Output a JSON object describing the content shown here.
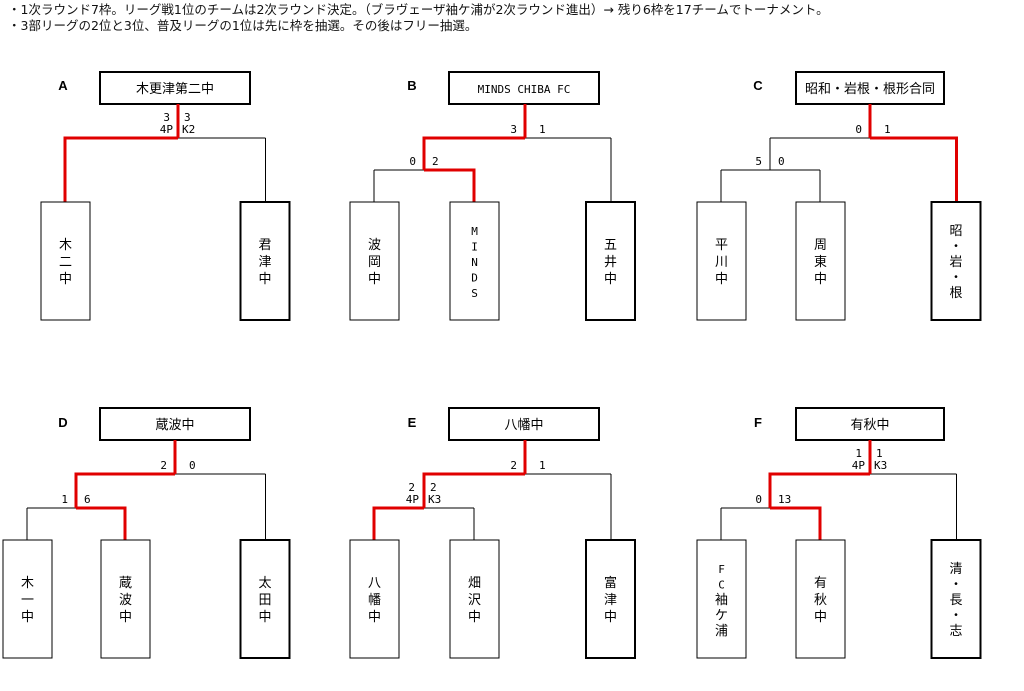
{
  "notes": [
    "・1次ラウンド7枠。リーグ戦1位のチームは2次ラウンド決定。（ブラヴェーザ袖ケ浦が2次ラウンド進出）→ 残り6枠を17チームでトーナメント。",
    "・3部リーグの2位と3位、普及リーグの1位は先に枠を抽選。その後はフリー抽選。"
  ],
  "blocks": [
    {
      "id": "A",
      "winner": "木更津第二中",
      "teams": [
        "木二中",
        "君津中"
      ],
      "final": {
        "left": "3",
        "right": "3",
        "left_pk": "4P",
        "right_pk": "K2"
      }
    },
    {
      "id": "B",
      "winner": "MINDS CHIBA FC",
      "teams": [
        "波岡中",
        "MINDS",
        "五井中"
      ],
      "semi": {
        "left": "0",
        "right": "2"
      },
      "final": {
        "left": "3",
        "right": "1"
      }
    },
    {
      "id": "C",
      "winner": "昭和・岩根・根形合同",
      "teams": [
        "平川中",
        "周東中",
        "昭・岩・根"
      ],
      "semi": {
        "left": "5",
        "right": "0"
      },
      "final": {
        "left": "0",
        "right": "1"
      }
    },
    {
      "id": "D",
      "winner": "蔵波中",
      "teams": [
        "木一中",
        "蔵波中",
        "太田中"
      ],
      "semi": {
        "left": "1",
        "right": "6"
      },
      "final": {
        "left": "2",
        "right": "0"
      }
    },
    {
      "id": "E",
      "winner": "八幡中",
      "teams": [
        "八幡中",
        "畑沢中",
        "富津中"
      ],
      "semi": {
        "left": "2",
        "right": "2",
        "left_pk": "4P",
        "right_pk": "K3"
      },
      "final": {
        "left": "2",
        "right": "1"
      }
    },
    {
      "id": "F",
      "winner": "有秋中",
      "teams": [
        "FC袖ケ浦",
        "有秋中",
        "清・長・志"
      ],
      "semi": {
        "left": "0",
        "right": "13"
      },
      "final": {
        "left": "1",
        "right": "1",
        "left_pk": "4P",
        "right_pk": "K3"
      }
    }
  ]
}
